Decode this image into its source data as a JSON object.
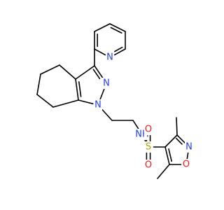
{
  "atoms": [
    {
      "id": "N_pyr",
      "label": "N",
      "color": "#1f3fff"
    },
    {
      "id": "N2_ind",
      "label": "N",
      "color": "#1f3fff"
    },
    {
      "id": "N1_ind",
      "label": "N",
      "color": "#1f3fff"
    },
    {
      "id": "NH_sulf",
      "label": "NH",
      "color": "#1f3fff"
    },
    {
      "id": "S_sulf",
      "label": "S",
      "color": "#b8a000"
    },
    {
      "id": "O_sulf_top",
      "label": "O",
      "color": "#ff1a1a"
    },
    {
      "id": "O_sulf_bottom",
      "label": "O",
      "color": "#ff1a1a"
    },
    {
      "id": "N_isox",
      "label": "N",
      "color": "#1f3fff"
    },
    {
      "id": "O_isox",
      "label": "O",
      "color": "#ff1a1a"
    }
  ],
  "bond_color": "#000000"
}
